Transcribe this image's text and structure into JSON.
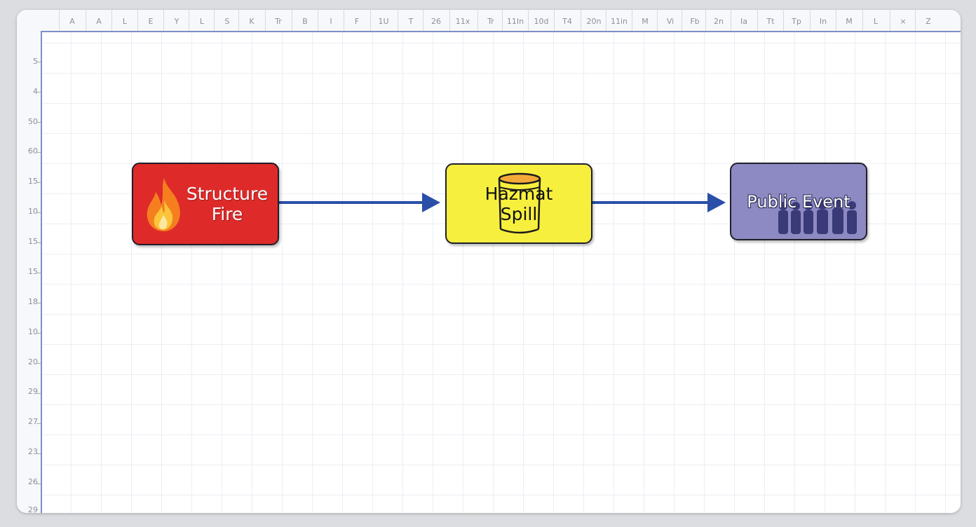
{
  "top_ruler": [
    "A",
    "A",
    "L",
    "E",
    "Y",
    "L",
    "S",
    "K",
    "Tr",
    "B",
    "I",
    "F",
    "1U",
    "T",
    "26",
    "11x",
    "Tr",
    "11In",
    "10d",
    "T4",
    "20n",
    "11in",
    "M",
    "Vi",
    "Fb",
    "2n",
    "Ia",
    "Tt",
    "Tp",
    "In",
    "M",
    "L",
    "×",
    "Z"
  ],
  "left_ruler": [
    "5",
    "4",
    "50",
    "60",
    "15",
    "10",
    "15",
    "15",
    "18",
    "10",
    "20",
    "29",
    "27",
    "23",
    "26",
    "29"
  ],
  "nodes": {
    "fire": {
      "label_line1": "Structure",
      "label_line2": "Fire",
      "color": "#df2a2a"
    },
    "hazmat": {
      "label_line1": "Hazmat",
      "label_line2": "Spill",
      "color": "#f7ef3e"
    },
    "event": {
      "label": "Public Event",
      "color": "#8d89c2"
    }
  },
  "edge_color": "#2a4fa8"
}
